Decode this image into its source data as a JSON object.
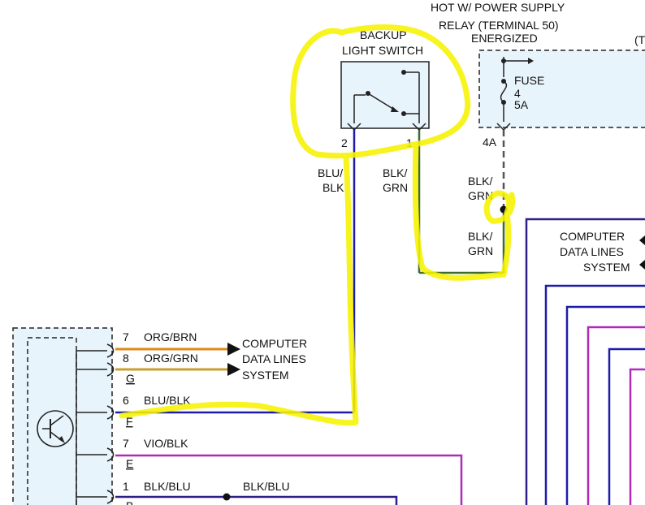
{
  "header": {
    "line1": "HOT W/ POWER SUPPLY",
    "line2": "RELAY (TERMINAL 50)",
    "line3": "ENERGIZED",
    "corner_fragment": "(T"
  },
  "backup_switch": {
    "title_line1": "BACKUP",
    "title_line2": "LIGHT SWITCH",
    "pin_left": "2",
    "pin_right": "1"
  },
  "fuse": {
    "label": "FUSE",
    "number": "4",
    "rating": "5A",
    "terminal": "4A"
  },
  "wires": {
    "blu_blk_top": "BLU/",
    "blu_blk_bottom": "BLK",
    "blk_grn_top": "BLK/",
    "blk_grn_bottom": "GRN",
    "blk_grn2_top": "BLK/",
    "blk_grn2_bottom": "GRN",
    "blk_grn3_top": "BLK/",
    "blk_grn3_bottom": "GRN"
  },
  "data_lines_right": {
    "line1": "COMPUTER",
    "line2": "DATA LINES",
    "line3": "SYSTEM"
  },
  "data_lines_left": {
    "line1": "COMPUTER",
    "line2": "DATA LINES",
    "line3": "SYSTEM"
  },
  "connector_pins": [
    {
      "pin": "7",
      "color": "ORG/BRN",
      "letter": ""
    },
    {
      "pin": "8",
      "color": "ORG/GRN",
      "letter": "G"
    },
    {
      "pin": "6",
      "color": "BLU/BLK",
      "letter": "F"
    },
    {
      "pin": "7",
      "color": "VIO/BLK",
      "letter": "E"
    },
    {
      "pin": "1",
      "color": "BLK/BLU",
      "letter": "B"
    }
  ],
  "splice_label": "BLK/BLU",
  "colors": {
    "module_fill": "#e8f4fc",
    "highlight": "#f7f200",
    "wire_blue": "#1c1caa",
    "wire_green": "#3f6b2f",
    "wire_orange": "#e08a1a",
    "wire_violet": "#b02ab8",
    "wire_purple_dark": "#2c1f86"
  }
}
